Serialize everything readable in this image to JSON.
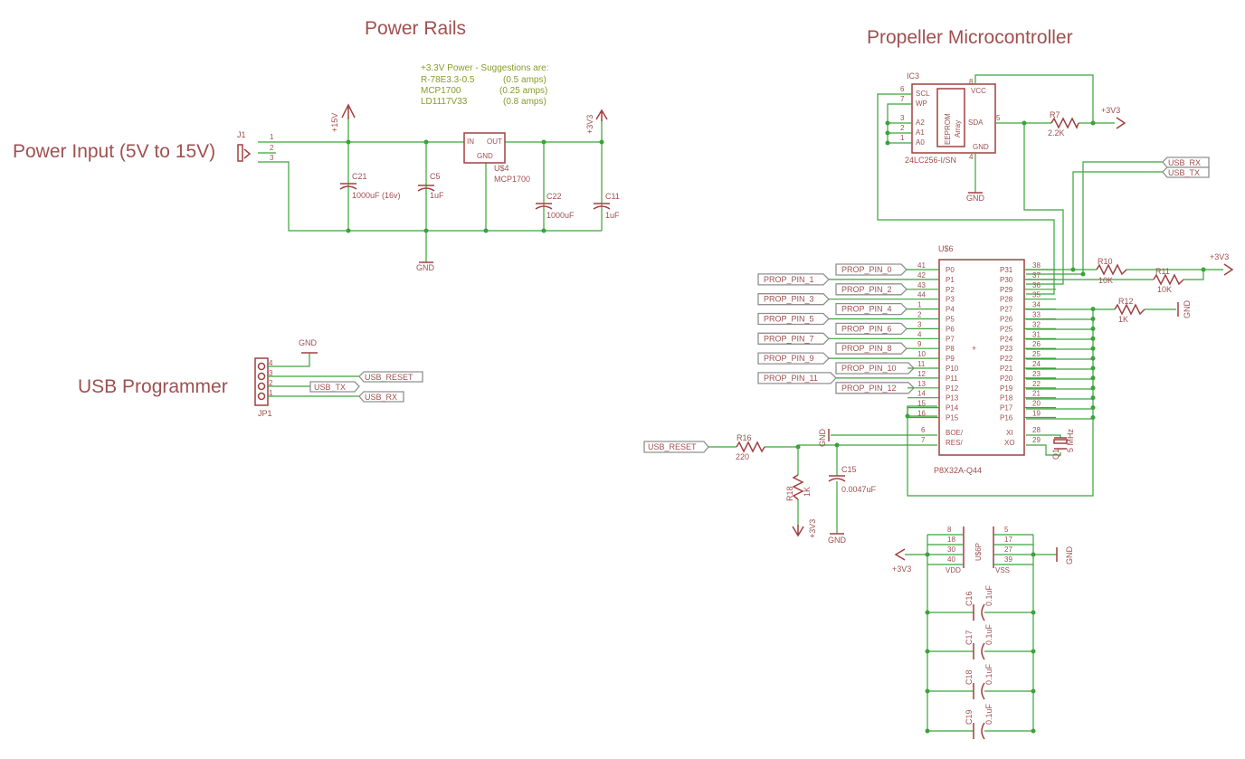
{
  "headings": {
    "power_rails": "Power Rails",
    "propeller": "Propeller Microcontroller",
    "power_input": "Power Input (5V to 15V)",
    "usb_programmer": "USB Programmer"
  },
  "note": {
    "line1": "+3.3V Power - Suggestions are:",
    "line2a": "R-78E3.3-0.5",
    "line2b": "(0.5 amps)",
    "line3a": "MCP1700",
    "line3b": "(0.25 amps)",
    "line4a": "LD1117V33",
    "line4b": "(0.8 amps)"
  },
  "power": {
    "j1": "J1",
    "p1": "1",
    "p2": "2",
    "p3": "3",
    "v15": "+15V",
    "v33": "+3V3",
    "c21": "C21",
    "c21v": "1000uF (16v)",
    "c5": "C5",
    "c5v": "1uF",
    "u4": "U$4",
    "u4part": "MCP1700",
    "in": "IN",
    "out": "OUT",
    "gnd": "GND",
    "c22": "C22",
    "c22v": "1000uF",
    "c11": "C11",
    "c11v": "1uF",
    "gnd_net": "GND"
  },
  "usb": {
    "gnd": "GND",
    "jp1": "JP1",
    "pins": [
      "4",
      "3",
      "2",
      "1"
    ],
    "reset": "USB_RESET",
    "tx": "USB_TX",
    "rx": "USB_RX"
  },
  "eeprom": {
    "name": "IC3",
    "part": "24LC256-I/SN",
    "inner1": "EEPROM",
    "inner2": "Array",
    "scl": "SCL",
    "wp": "WP",
    "a2": "A2",
    "a1": "A1",
    "a0": "A0",
    "vcc": "VCC",
    "sda": "SDA",
    "gnd": "GND",
    "n6": "6",
    "n7": "7",
    "n3": "3",
    "n2": "2",
    "n1": "1",
    "n8": "8",
    "n5": "5",
    "n4": "4",
    "gnd_net": "GND"
  },
  "r7": {
    "name": "R7",
    "value": "2.2K"
  },
  "v33_top": "+3V3",
  "usb_rx_top": "USB_RX",
  "usb_tx_top": "USB_TX",
  "u6": {
    "name": "U$6",
    "part": "P8X32A-Q44",
    "left": [
      {
        "num": "41",
        "name": "P0"
      },
      {
        "num": "42",
        "name": "P1"
      },
      {
        "num": "43",
        "name": "P2"
      },
      {
        "num": "44",
        "name": "P3"
      },
      {
        "num": "1",
        "name": "P4"
      },
      {
        "num": "2",
        "name": "P5"
      },
      {
        "num": "3",
        "name": "P6"
      },
      {
        "num": "4",
        "name": "P7"
      },
      {
        "num": "9",
        "name": "P8"
      },
      {
        "num": "10",
        "name": "P9"
      },
      {
        "num": "11",
        "name": "P10"
      },
      {
        "num": "12",
        "name": "P11"
      },
      {
        "num": "13",
        "name": "P12"
      },
      {
        "num": "14",
        "name": "P13"
      },
      {
        "num": "15",
        "name": "P14"
      },
      {
        "num": "16",
        "name": "P15"
      }
    ],
    "right": [
      {
        "num": "38",
        "name": "P31"
      },
      {
        "num": "37",
        "name": "P30"
      },
      {
        "num": "36",
        "name": "P29"
      },
      {
        "num": "35",
        "name": "P28"
      },
      {
        "num": "34",
        "name": "P27"
      },
      {
        "num": "33",
        "name": "P26"
      },
      {
        "num": "32",
        "name": "P25"
      },
      {
        "num": "31",
        "name": "P24"
      },
      {
        "num": "26",
        "name": "P23"
      },
      {
        "num": "25",
        "name": "P22"
      },
      {
        "num": "24",
        "name": "P21"
      },
      {
        "num": "23",
        "name": "P20"
      },
      {
        "num": "22",
        "name": "P19"
      },
      {
        "num": "21",
        "name": "P18"
      },
      {
        "num": "20",
        "name": "P17"
      },
      {
        "num": "19",
        "name": "P16"
      }
    ],
    "boe": "BOE/",
    "res": "RES/",
    "xi": "XI",
    "xo": "XO",
    "n6": "6",
    "n7": "7",
    "n28": "28",
    "n29": "29"
  },
  "prop_pins": [
    "PROP_PIN_0",
    "PROP_PIN_1",
    "PROP_PIN_2",
    "PROP_PIN_3",
    "PROP_PIN_4",
    "PROP_PIN_5",
    "PROP_PIN_6",
    "PROP_PIN_7",
    "PROP_PIN_8",
    "PROP_PIN_9",
    "PROP_PIN_10",
    "PROP_PIN_11",
    "PROP_PIN_12"
  ],
  "r10": {
    "name": "R10",
    "value": "10K"
  },
  "r11": {
    "name": "R11",
    "value": "10K"
  },
  "v33_right": "+3V3",
  "r12": {
    "name": "R12",
    "value": "1K"
  },
  "gnd_r12": "GND",
  "q1": {
    "name": "Q1",
    "value": "5 MHz"
  },
  "reset": {
    "usb_reset": "USB_RESET",
    "r16": "R16",
    "r16v": "220",
    "r18": "R18",
    "r18v": "1K",
    "c15": "C15",
    "c15v": "0.0047uF",
    "gnd_boe": "GND",
    "gnd_c15": "GND",
    "v33_r18": "+3V3"
  },
  "supply": {
    "vdd_pins": [
      "8",
      "18",
      "30",
      "40"
    ],
    "vss_pins": [
      "5",
      "17",
      "27",
      "39"
    ],
    "vdd": "VDD",
    "vss": "VSS",
    "part": "U$6P",
    "v33": "+3V3",
    "gnd": "GND",
    "caps": [
      {
        "name": "C16",
        "value": "0.1uF"
      },
      {
        "name": "C17",
        "value": "0.1uF"
      },
      {
        "name": "C18",
        "value": "0.1uF"
      },
      {
        "name": "C19",
        "value": "0.1uF"
      }
    ]
  }
}
